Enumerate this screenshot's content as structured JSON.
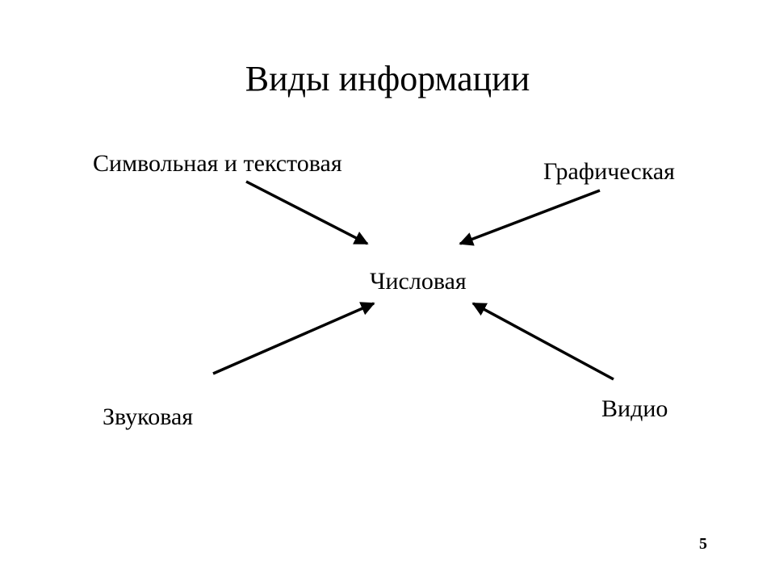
{
  "slide": {
    "title": "Виды информации",
    "page_number": "5"
  },
  "nodes": {
    "symbolic": "Символьная и текстовая",
    "graphic": "Графическая",
    "numeric": "Числовая",
    "sound": "Звуковая",
    "video": "Видио"
  },
  "arrows": [
    {
      "from": "symbolic",
      "to": "numeric"
    },
    {
      "from": "graphic",
      "to": "numeric"
    },
    {
      "from": "sound",
      "to": "numeric"
    },
    {
      "from": "video",
      "to": "numeric"
    }
  ]
}
